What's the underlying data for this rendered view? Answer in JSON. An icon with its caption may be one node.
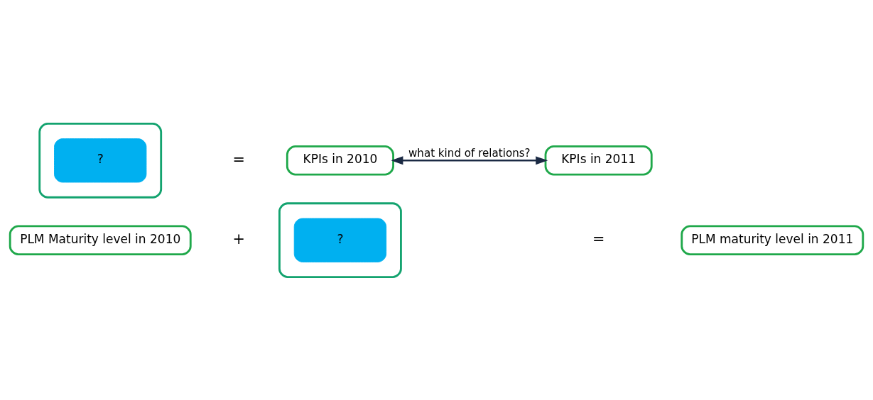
{
  "diagram": {
    "nodes": [
      {
        "text": [
          "PLM Maturity level in 2010"
        ]
      },
      {
        "text": [],
        "shape": "box"
      },
      {
        "text": [
          "?"
        ],
        "in": 1
      },
      {
        "text": [
          "PLM maturity level in 2011"
        ]
      },
      {
        "text": [],
        "shape": "box"
      },
      {
        "text": [
          "?"
        ],
        "in": 4
      },
      {
        "text": [
          "KPIs in 2010"
        ]
      },
      {
        "text": [
          "KPIs in 2011"
        ]
      }
    ],
    "edges": [
      {
        "from": 6,
        "to": 7,
        "arrow": "both",
        "label": "what kind of relations?"
      }
    ],
    "labels": [
      "+",
      "=",
      "="
    ]
  }
}
